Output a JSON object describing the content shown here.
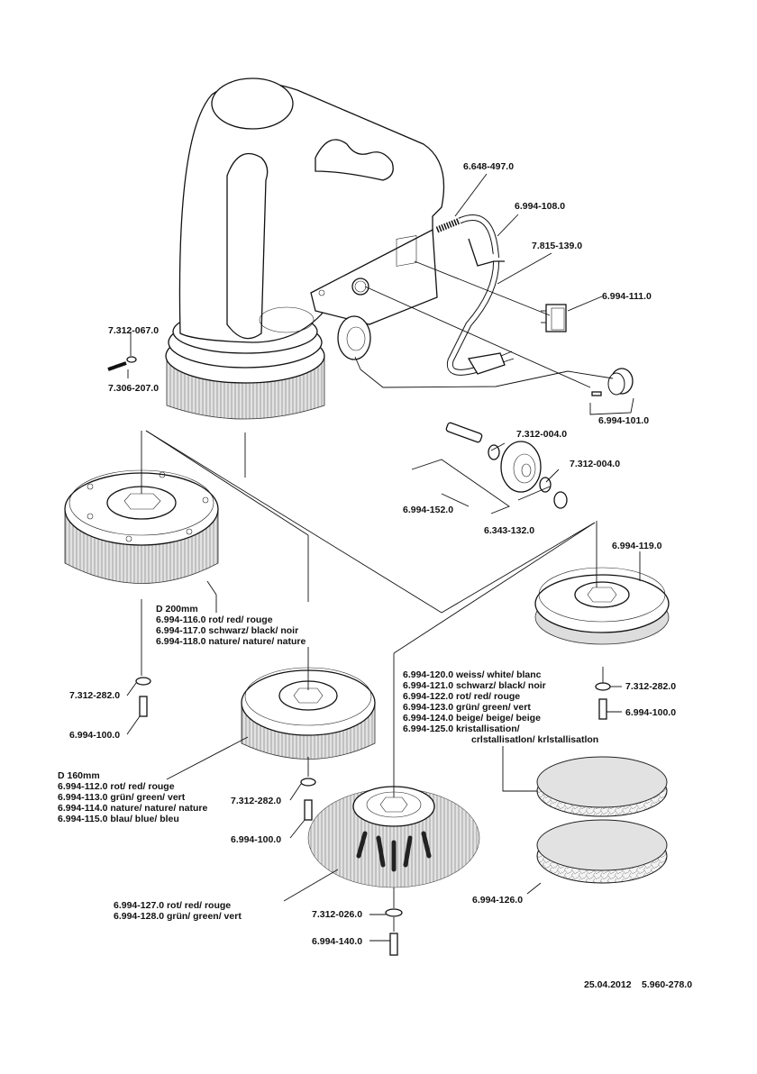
{
  "document": {
    "type": "exploded parts diagram",
    "footer": {
      "date": "25.04.2012",
      "document_number": "5.960-278.0"
    }
  },
  "part_labels": {
    "cable_sleeve": "6.648-497.0",
    "power_cable": "6.994-108.0",
    "cable_clip": "7.815-139.0",
    "switch": "6.994-111.0",
    "knob": "6.994-101.0",
    "washer_top": "7.312-067.0",
    "screw_top": "7.306-207.0",
    "wheel_washer_1": "7.312-004.0",
    "wheel_washer_2": "7.312-004.0",
    "wheel_assembly": "6.994-152.0",
    "wheel_cap": "6.343-132.0",
    "pad_holder": "6.994-119.0",
    "washer_right": "7.312-282.0",
    "screw_right": "6.994-100.0",
    "washer_left": "7.312-282.0",
    "screw_left": "6.994-100.0",
    "washer_mid": "7.312-282.0",
    "screw_mid": "6.994-100.0",
    "pad_bottom": "6.994-126.0",
    "washer_bottom": "7.312-026.0",
    "screw_bottom": "6.994-140.0"
  },
  "brush_200": {
    "heading": "D 200mm",
    "variants": [
      "6.994-116.0 rot/ red/ rouge",
      "6.994-117.0 schwarz/ black/ noir",
      "6.994-118.0 nature/ nature/ nature"
    ]
  },
  "brush_160": {
    "heading": "D 160mm",
    "variants": [
      "6.994-112.0 rot/ red/ rouge",
      "6.994-113.0 grün/ green/ vert",
      "6.994-114.0 nature/ nature/ nature",
      "6.994-115.0 blau/ blue/ bleu"
    ]
  },
  "pads": {
    "variants": [
      "6.994-120.0 weiss/ white/ blanc",
      "6.994-121.0 schwarz/ black/ noir",
      "6.994-122.0 rot/ red/ rouge",
      "6.994-123.0 grün/ green/ vert",
      "6.994-124.0 beige/ beige/ beige",
      "6.994-125.0 kristallisation/"
    ],
    "continuation": "crlstallisatlon/ krlstallisatlon"
  },
  "tuft_brush": {
    "variants": [
      "6.994-127.0 rot/ red/ rouge",
      "6.994-128.0 grün/ green/ vert"
    ]
  }
}
